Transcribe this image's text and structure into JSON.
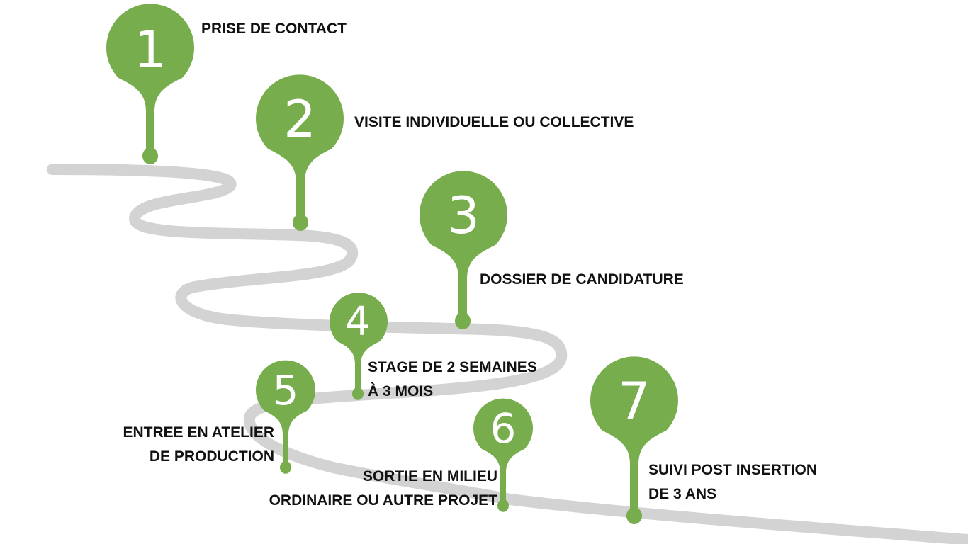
{
  "colors": {
    "pin": "#77ad4c",
    "road": "#d3d3d3",
    "text": "#111111",
    "background": "#ffffff"
  },
  "steps": [
    {
      "number": "1",
      "lines": [
        "PRISE DE CONTACT"
      ]
    },
    {
      "number": "2",
      "lines": [
        "VISITE INDIVIDUELLE OU COLLECTIVE"
      ]
    },
    {
      "number": "3",
      "lines": [
        "DOSSIER DE CANDIDATURE"
      ]
    },
    {
      "number": "4",
      "lines": [
        "STAGE DE 2 SEMAINES",
        "À 3 MOIS"
      ]
    },
    {
      "number": "5",
      "lines": [
        "ENTREE EN ATELIER",
        "DE PRODUCTION"
      ]
    },
    {
      "number": "6",
      "lines": [
        "SORTIE EN MILIEU",
        "ORDINAIRE OU AUTRE PROJET"
      ]
    },
    {
      "number": "7",
      "lines": [
        "SUIVI POST INSERTION",
        "DE 3 ANS"
      ]
    }
  ]
}
